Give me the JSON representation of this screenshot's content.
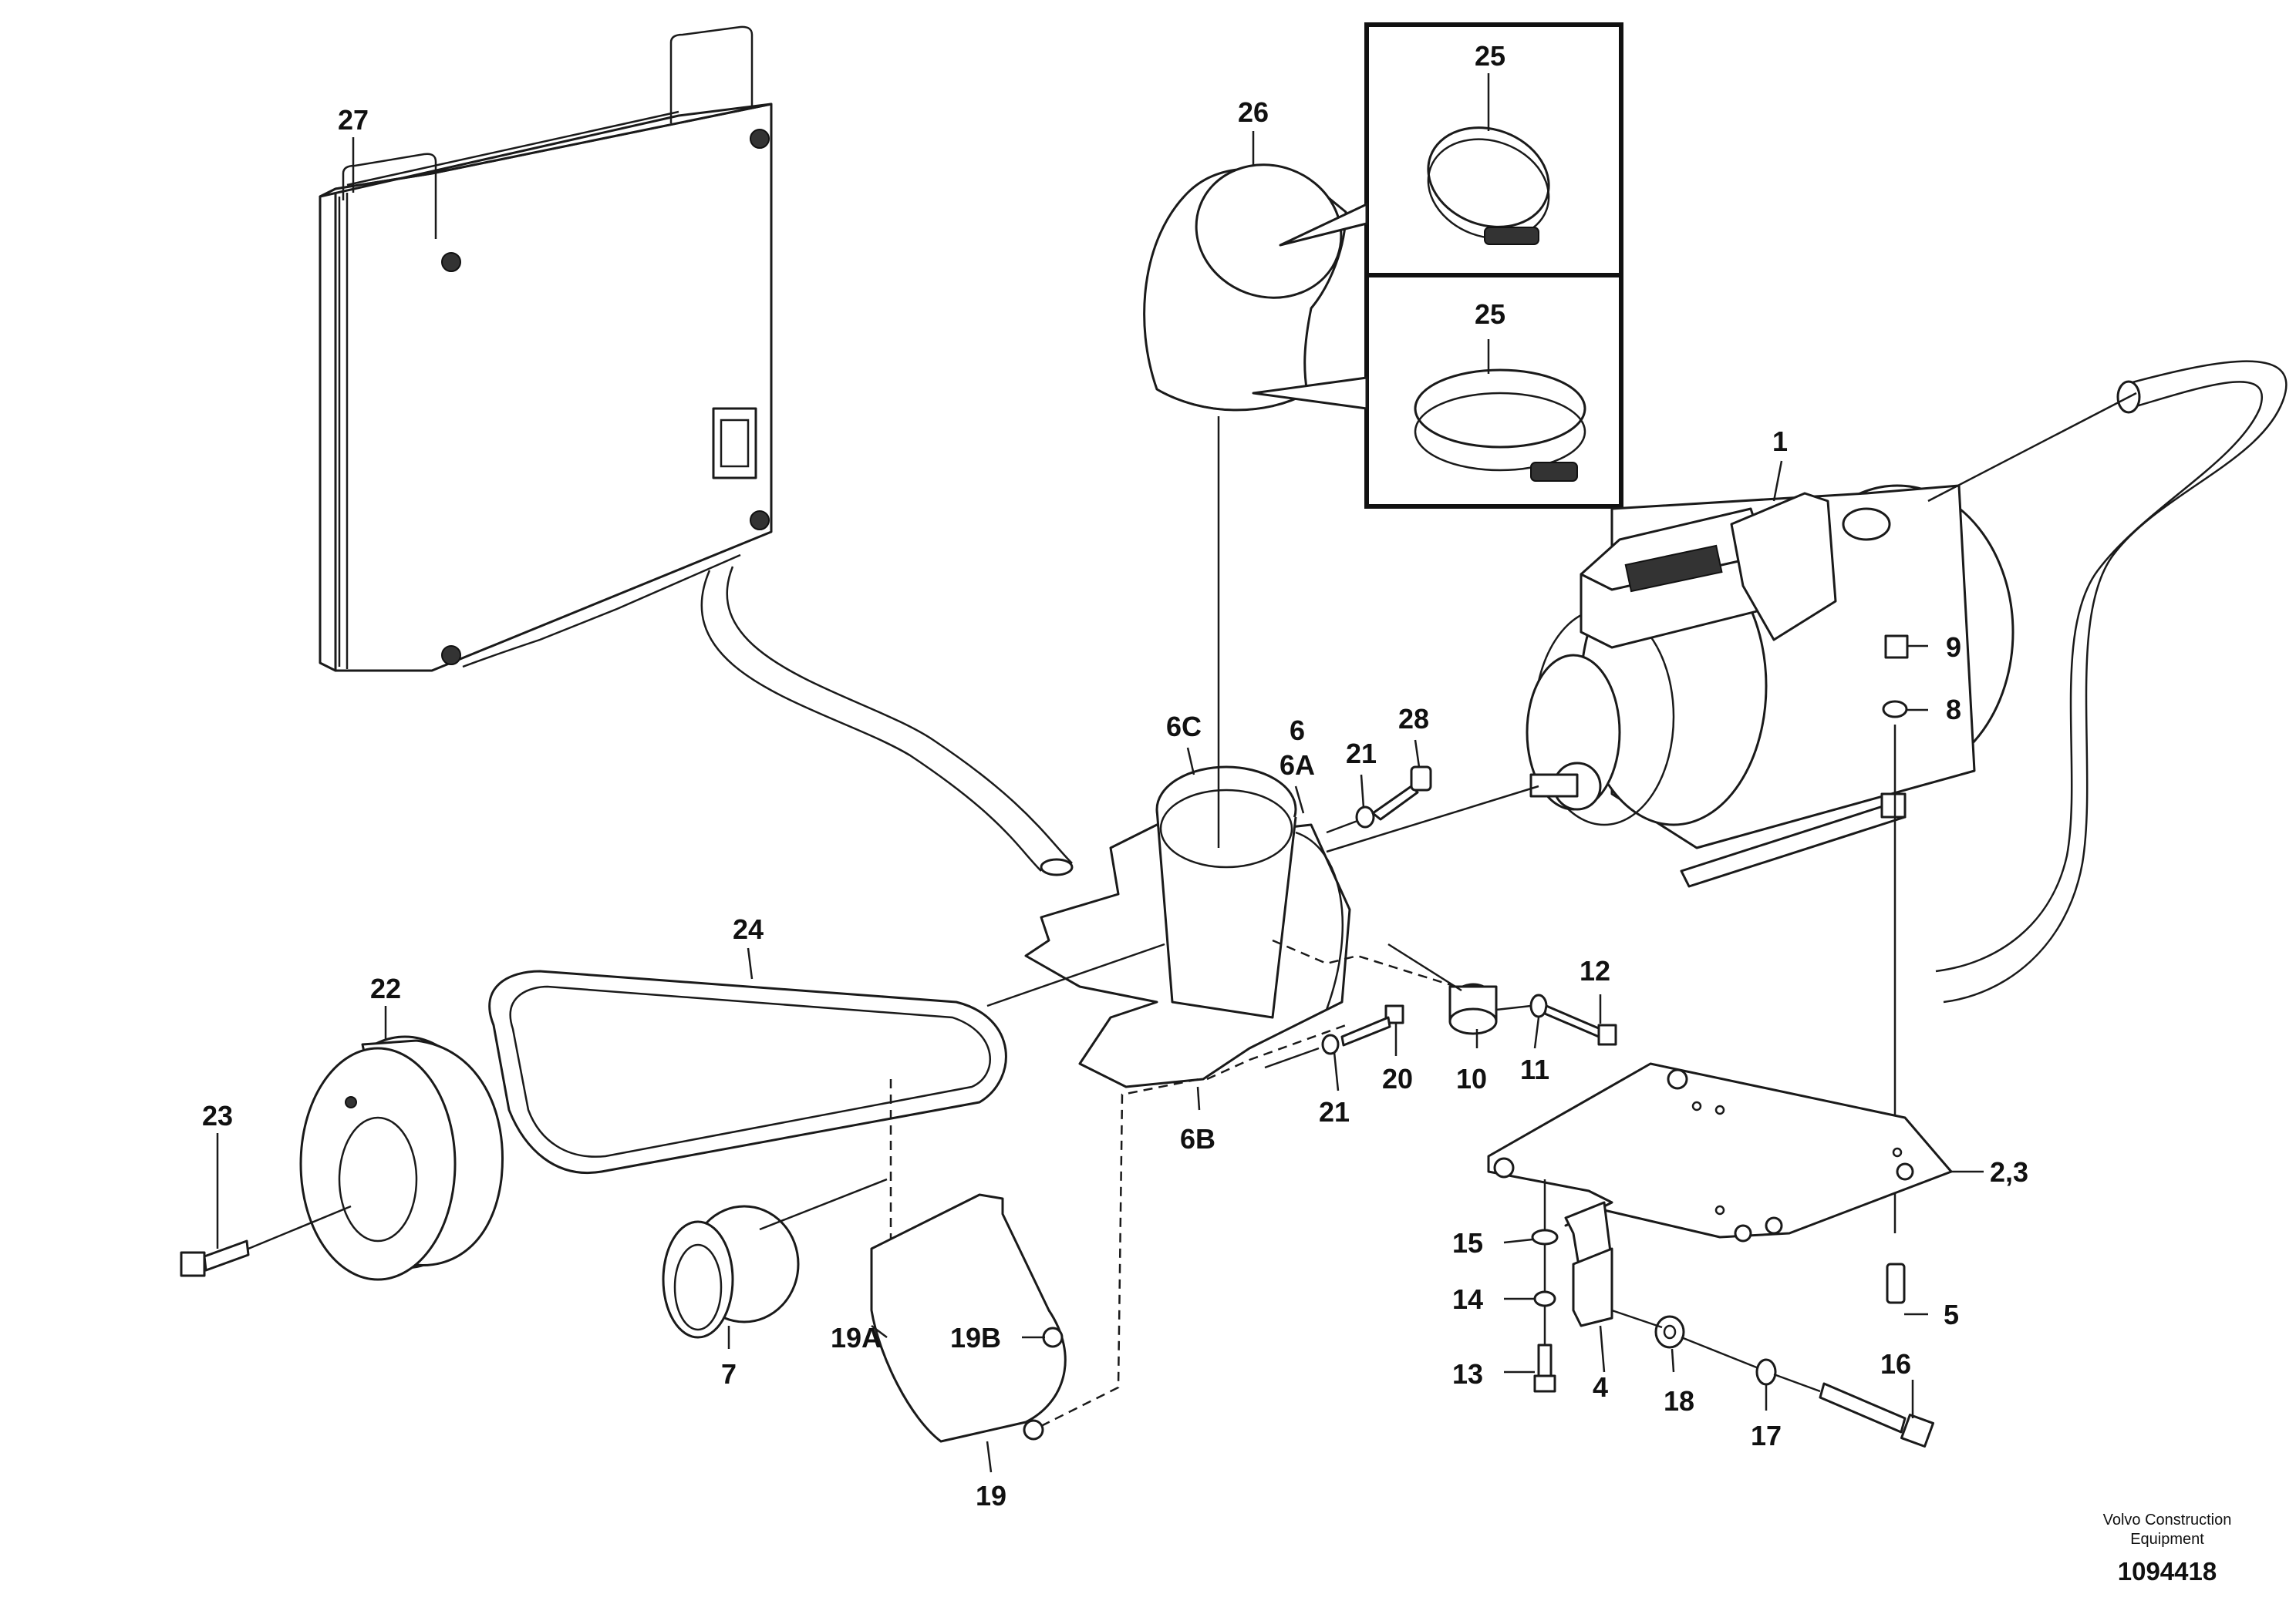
{
  "labels": {
    "l1": "1",
    "l2_3": "2,3",
    "l4": "4",
    "l5": "5",
    "l6": "6",
    "l6A": "6A",
    "l6B": "6B",
    "l6C": "6C",
    "l7": "7",
    "l8": "8",
    "l9": "9",
    "l10": "10",
    "l11": "11",
    "l12": "12",
    "l13": "13",
    "l14": "14",
    "l15": "15",
    "l16": "16",
    "l17": "17",
    "l18": "18",
    "l19": "19",
    "l19A": "19A",
    "l19B": "19B",
    "l20": "20",
    "l21a": "21",
    "l21b": "21",
    "l22": "22",
    "l23": "23",
    "l24": "24",
    "l25a": "25",
    "l25b": "25",
    "l26": "26",
    "l27": "27",
    "l28": "28"
  },
  "footer": {
    "credit_line1": "Volvo Construction",
    "credit_line2": "Equipment",
    "doc_number": "1094418"
  }
}
